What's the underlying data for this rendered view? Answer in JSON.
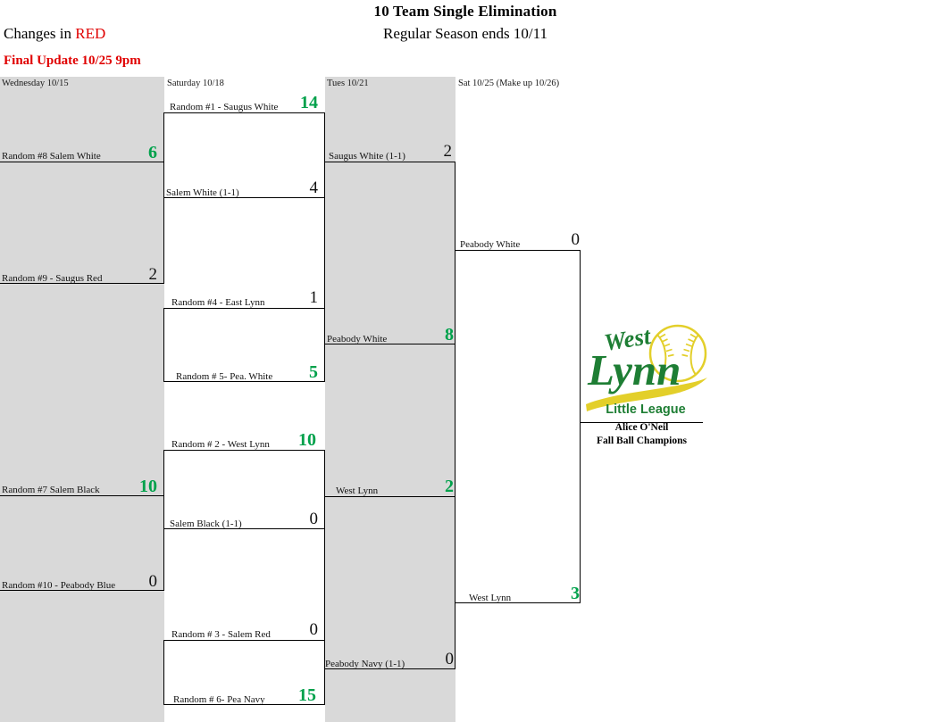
{
  "header": {
    "title": "10 Team Single Elimination",
    "subtitle": "Regular Season ends 10/11",
    "changes_prefix": "Changes in ",
    "changes_word": "RED",
    "final_update": "Final Update 10/25 9pm"
  },
  "round_dates": [
    {
      "label": "Wednesday 10/15"
    },
    {
      "label": "Saturday 10/18"
    },
    {
      "label": "Tues 10/21"
    },
    {
      "label": "Sat 10/25 (Make up 10/26)"
    }
  ],
  "colors": {
    "winner_green": "#00a14b",
    "alert_red": "#e00000",
    "band_gray": "#d9d9d9",
    "logo_green": "#1e7e34",
    "logo_yellow": "#e3cf2a"
  },
  "rounds": [
    {
      "name": "play-in",
      "matches": [
        {
          "slots": [
            {
              "team": "Random #8 Salem White",
              "score": "6",
              "winner": true
            },
            {
              "team": "Random #9 - Saugus Red",
              "score": "2",
              "winner": false
            }
          ]
        },
        {
          "slots": [
            {
              "team": "Random #7 Salem Black",
              "score": "10",
              "winner": true
            },
            {
              "team": "Random #10 - Peabody Blue",
              "score": "0",
              "winner": false
            }
          ]
        }
      ]
    },
    {
      "name": "round-of-8",
      "matches": [
        {
          "slots": [
            {
              "team": "Random #1 - Saugus White",
              "score": "14",
              "winner": true
            },
            {
              "team": "Salem White (1-1)",
              "score": "4",
              "winner": false
            }
          ]
        },
        {
          "slots": [
            {
              "team": "Random #4 - East Lynn",
              "score": "1",
              "winner": false
            },
            {
              "team": "Random # 5- Pea. White",
              "score": "5",
              "winner": true
            }
          ]
        },
        {
          "slots": [
            {
              "team": "Random # 2 - West Lynn",
              "score": "10",
              "winner": true
            },
            {
              "team": "Salem Black (1-1)",
              "score": "0",
              "winner": false
            }
          ]
        },
        {
          "slots": [
            {
              "team": "Random # 3 - Salem Red",
              "score": "0",
              "winner": false
            },
            {
              "team": "Random # 6- Pea Navy",
              "score": "15",
              "winner": true
            }
          ]
        }
      ]
    },
    {
      "name": "semifinals",
      "matches": [
        {
          "slots": [
            {
              "team": "Saugus White (1-1)",
              "score": "2",
              "winner": false
            },
            {
              "team": "Peabody White",
              "score": "8",
              "winner": true
            }
          ]
        },
        {
          "slots": [
            {
              "team": "West Lynn",
              "score": "2",
              "winner": true
            },
            {
              "team": "Peabody Navy (1-1)",
              "score": "0",
              "winner": false
            }
          ]
        }
      ]
    },
    {
      "name": "final",
      "matches": [
        {
          "slots": [
            {
              "team": "Peabody White",
              "score": "0",
              "winner": false
            },
            {
              "team": "West Lynn",
              "score": "3",
              "winner": true
            }
          ]
        }
      ]
    }
  ],
  "logo": {
    "word_top": "West",
    "word_main": "Lynn",
    "word_bottom": "Little League",
    "alt": "west-lynn-little-league-logo"
  },
  "champion": {
    "line1": "Alice O'Neil",
    "line2": "Fall Ball Champions"
  }
}
